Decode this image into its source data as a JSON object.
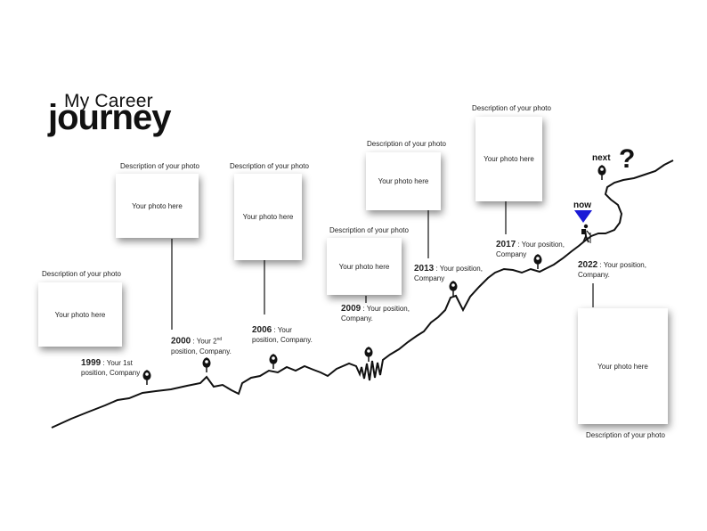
{
  "title": {
    "line1": "My Career",
    "line2": "journey"
  },
  "photo_placeholder": "Your photo here",
  "photo_description": "Description of your photo",
  "milestones": [
    {
      "year": "1999",
      "text1": ": Your 1st",
      "text2": "position, Company"
    },
    {
      "year": "2000",
      "text1": ": Your 2",
      "sup": "nd",
      "text2": "position, Company."
    },
    {
      "year": "2006",
      "text1": ": Your",
      "text2": "position, Company."
    },
    {
      "year": "2009",
      "text1": ":  Your  position,",
      "text2": "Company."
    },
    {
      "year": "2013",
      "text1": ":  Your  position,",
      "text2": "Company"
    },
    {
      "year": "2017",
      "text1": ":  Your  position,",
      "text2": "Company"
    },
    {
      "year": "2022",
      "text1": ":  Your  position,",
      "text2": "Company."
    }
  ],
  "now_label": "now",
  "next_label": "next",
  "question_mark": "?",
  "colors": {
    "now_marker": "#1a1ad6",
    "line": "#111111"
  }
}
